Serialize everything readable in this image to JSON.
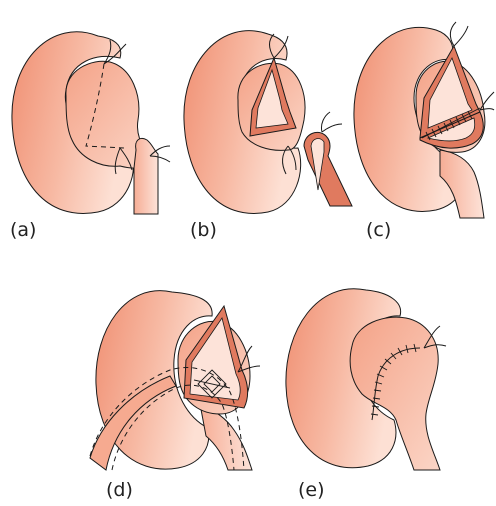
{
  "figure": {
    "panels": [
      {
        "id": "a",
        "label": "(a)"
      },
      {
        "id": "b",
        "label": "(b)"
      },
      {
        "id": "c",
        "label": "(c)"
      },
      {
        "id": "d",
        "label": "(d)"
      },
      {
        "id": "e",
        "label": "(e)"
      }
    ]
  },
  "colors": {
    "kidney_light": "#fbd3c4",
    "kidney_dark": "#f08f72",
    "tissue_mid": "#f6aa90",
    "flap_border": "#e07a5f",
    "outline": "#1a1a1a",
    "background": "#ffffff"
  }
}
